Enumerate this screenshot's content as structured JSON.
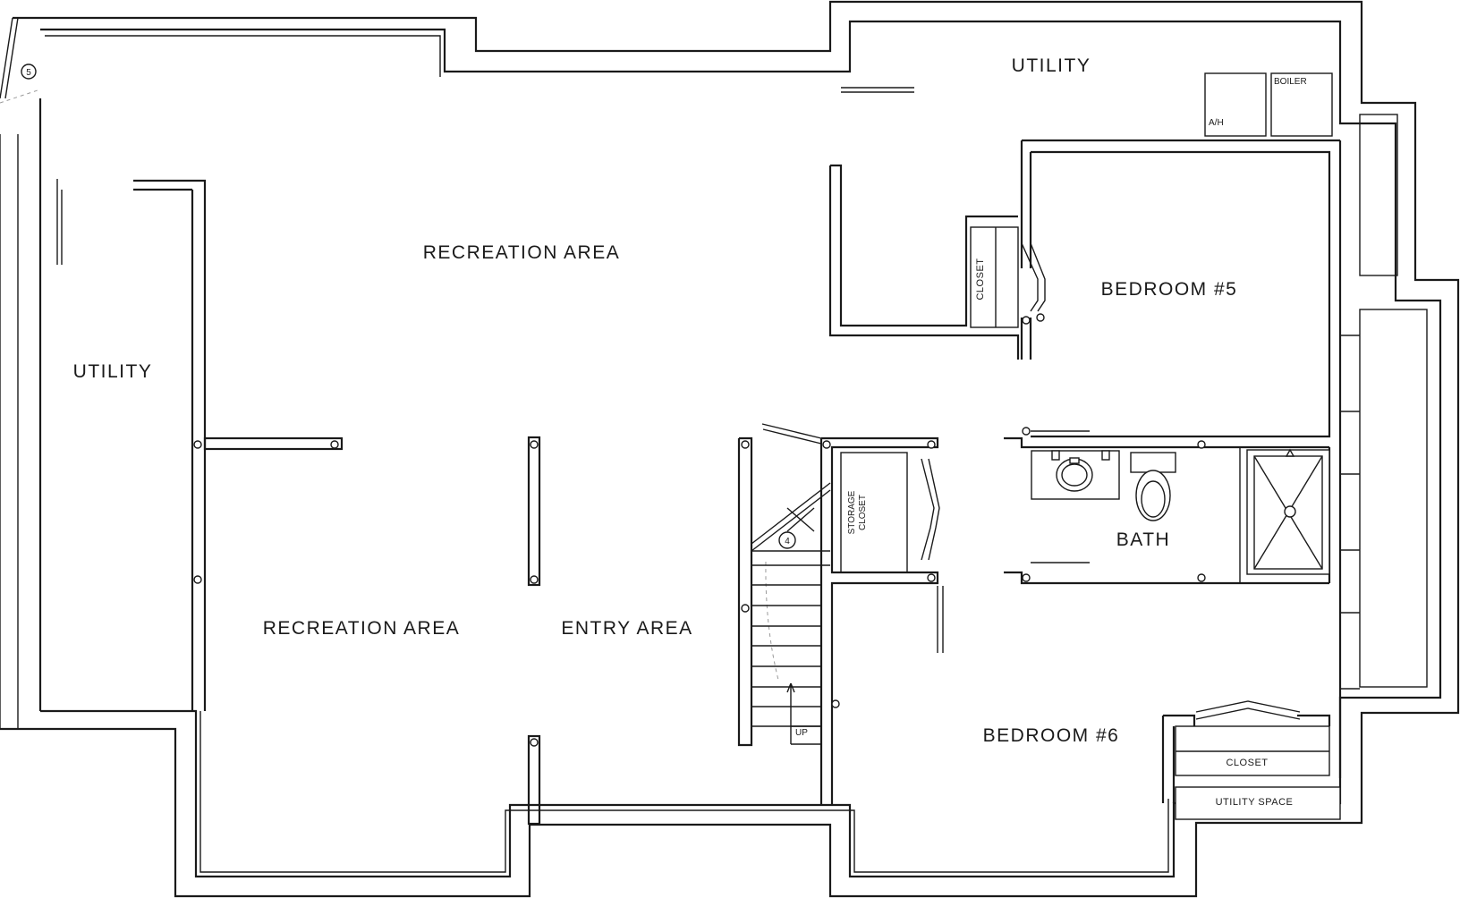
{
  "rooms": {
    "recreation_top": "RECREATION AREA",
    "recreation_bottom": "RECREATION AREA",
    "entry": "ENTRY AREA",
    "utility_left": "UTILITY",
    "utility_top": "UTILITY",
    "bedroom5": "BEDROOM #5",
    "bedroom6": "BEDROOM #6",
    "bath": "BATH"
  },
  "fixtures": {
    "closet_bed5": "CLOSET",
    "closet_bed6": "CLOSET",
    "storage_closet_line1": "STORAGE",
    "storage_closet_line2": "CLOSET",
    "utility_space": "UTILITY SPACE",
    "boiler": "BOILER",
    "ah": "A/H",
    "stair_up": "UP"
  },
  "markers": {
    "door_marker_5": "5",
    "stair_marker_4": "4"
  }
}
